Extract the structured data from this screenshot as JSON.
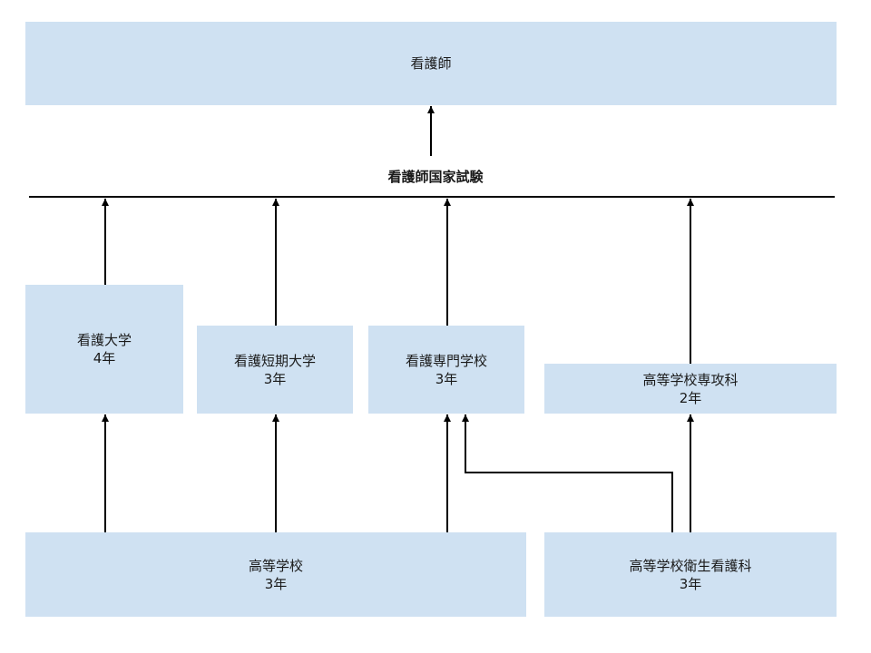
{
  "diagram": {
    "top_box": {
      "label": "看護師"
    },
    "exam": {
      "label": "看護師国家試験"
    },
    "schools": [
      {
        "name": "看護大学",
        "years": "4年"
      },
      {
        "name": "看護短期大学",
        "years": "3年"
      },
      {
        "name": "看護専門学校",
        "years": "3年"
      },
      {
        "name": "高等学校専攻科",
        "years": "2年"
      }
    ],
    "base": [
      {
        "name": "高等学校",
        "years": "3年"
      },
      {
        "name": "高等学校衛生看護科",
        "years": "3年"
      }
    ],
    "colors": {
      "box_fill": "#cfe1f2",
      "line": "#000000"
    }
  }
}
